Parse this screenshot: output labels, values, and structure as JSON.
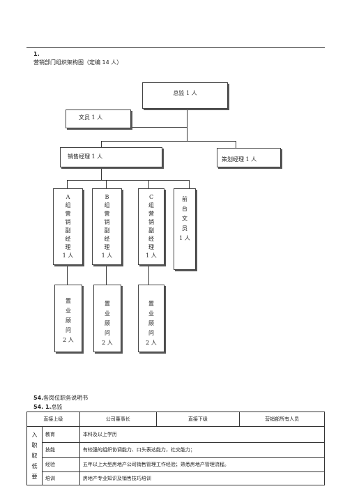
{
  "section1": {
    "number": "1.",
    "title": "营销部门组织架构图（定编 14 人）"
  },
  "org": {
    "director": "总监 1 人",
    "clerk": "文员 1 人",
    "sales_manager": "销售经理 1 人",
    "planning_manager": "策划经理 1 人",
    "groups": [
      {
        "letter": "A",
        "chars": [
          "组",
          "营",
          "销",
          "副",
          "经",
          "理"
        ],
        "count": "1 人"
      },
      {
        "letter": "B",
        "chars": [
          "组",
          "营",
          "销",
          "副",
          "经",
          "理"
        ],
        "count": "1 人"
      },
      {
        "letter": "C",
        "chars": [
          "组",
          "营",
          "销",
          "副",
          "经",
          "理"
        ],
        "count": "1 人"
      }
    ],
    "front_desk": {
      "chars": [
        "前",
        "台",
        "文",
        "员"
      ],
      "count": "1 人"
    },
    "consultants": [
      {
        "chars": [
          "置",
          "业",
          "顾",
          "问"
        ],
        "count": "2 人"
      },
      {
        "chars": [
          "置",
          "业",
          "顾",
          "问"
        ],
        "count": "2 人"
      },
      {
        "chars": [
          "置",
          "业",
          "顾",
          "问"
        ],
        "count": "2 人"
      }
    ]
  },
  "section54": {
    "number": "54.",
    "title": "各岗位职务说明书"
  },
  "section541": {
    "number": "54. 1.",
    "title": "总监"
  },
  "table": {
    "head": {
      "c1": "直接上级",
      "c2": "公司董事长",
      "c3": "直接下级",
      "c4": "营销部所有人员"
    },
    "side_label": [
      "入",
      "职",
      "取",
      "低",
      "要"
    ],
    "rows": [
      {
        "label": "教育",
        "value": "本科及以上学历"
      },
      {
        "label": "技能",
        "value": "有较强的组织协调能力、口头表达能力，社交能力；"
      },
      {
        "label": "经验",
        "value": "五年以上大型房地产公司销售管理工作经验；熟悉房地产管理流程。"
      },
      {
        "label": "培训",
        "value": "房地产专业知识及销售技巧培训"
      }
    ]
  }
}
